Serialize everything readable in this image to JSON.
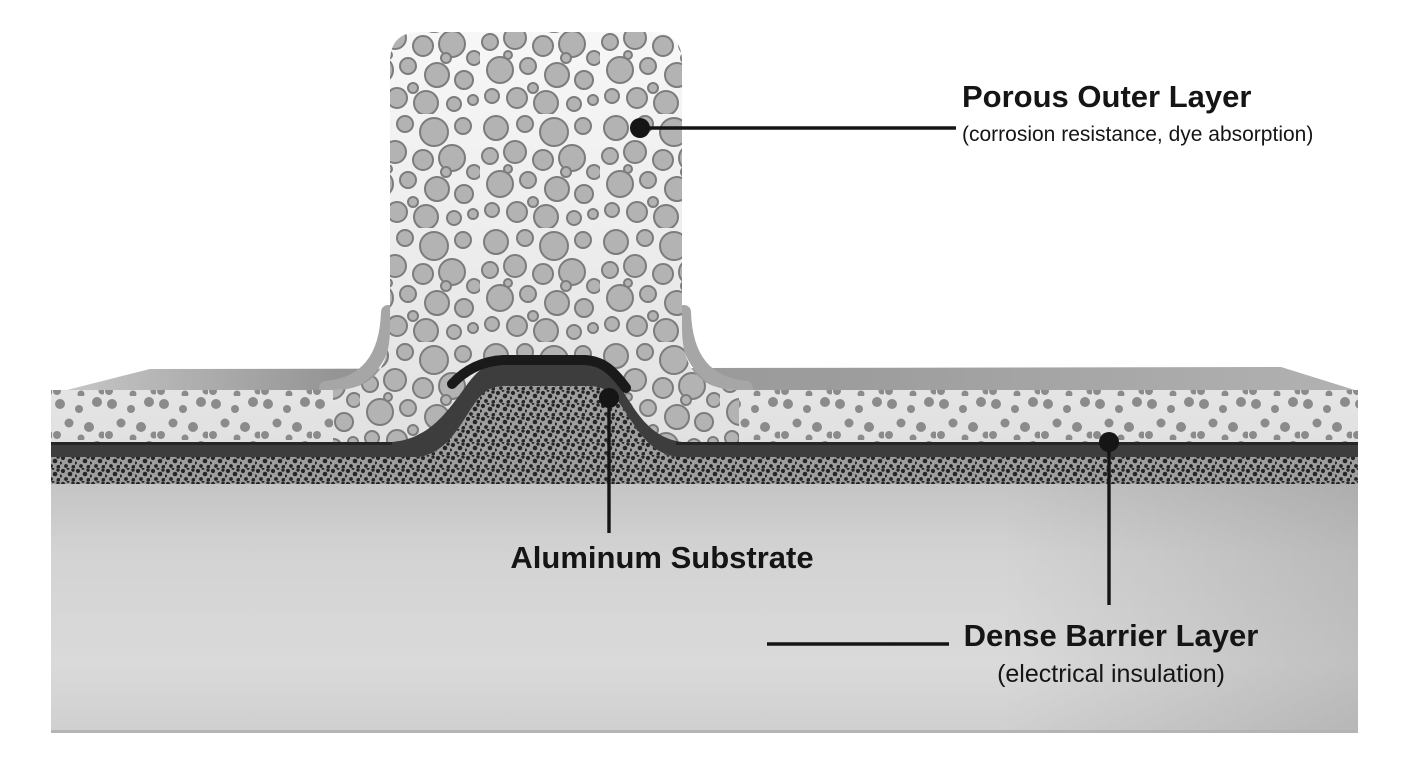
{
  "annotations": {
    "porous": {
      "title": "Porous Outer Layer",
      "subtitle": "(corrosion resistance, dye absorption)"
    },
    "aluminum": {
      "title": "Aluminum Substrate"
    },
    "barrier": {
      "title": "Dense Barrier Layer",
      "subtitle": "(electrical insulation)"
    }
  },
  "colors": {
    "background": "#ffffff",
    "label_text": "#151515",
    "leader_line": "#151515",
    "porous_base": "#ededed",
    "pore_fill": "#b3b3b3",
    "pore_outline": "#7c7c7c",
    "porous_band_dot": "#8b8b8b",
    "barrier_layer": "#3d3d3d",
    "barrier_cap": "#1a1a1a",
    "substrate_speckle_base": "#9e9e9e",
    "substrate_speckle_dot": "#262626",
    "substrate_light": "#d9d9d9",
    "substrate_dark": "#bfbfbf",
    "slab_top_face": "#9d9d9d"
  }
}
